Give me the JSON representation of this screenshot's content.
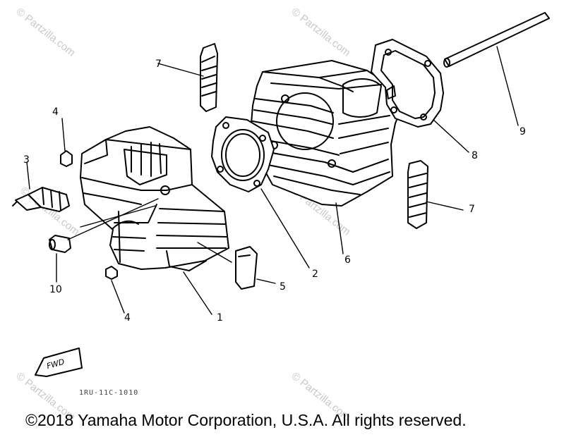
{
  "watermark": "© Partzilla.com",
  "callouts": [
    "1",
    "2",
    "3",
    "4",
    "4",
    "5",
    "6",
    "7",
    "7",
    "8",
    "9",
    "10"
  ],
  "fwd_label": "FWD",
  "part_code": "1RU-11C-1010",
  "copyright": "©2018  Yamaha Motor Corporation, U.S.A. All rights reserved.",
  "colors": {
    "ink": "#000000",
    "watermark": "#c9c9c9",
    "background": "#ffffff"
  }
}
